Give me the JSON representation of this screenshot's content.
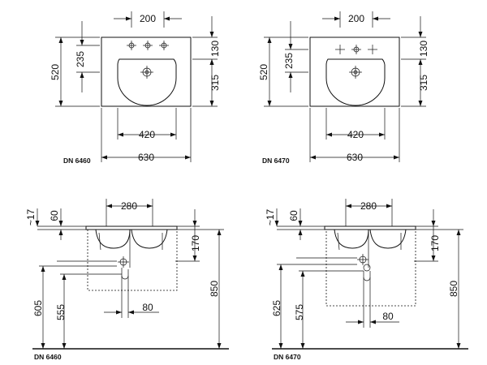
{
  "top_views": [
    {
      "model": "DN 6460",
      "dims": {
        "top": "200",
        "left": "520",
        "left_upper": "235",
        "right_upper": "130",
        "right_lower": "315",
        "inner_width": "420",
        "width": "630"
      }
    },
    {
      "model": "DN 6470",
      "dims": {
        "top": "200",
        "left": "520",
        "left_upper": "235",
        "right_upper": "130",
        "right_lower": "315",
        "inner_width": "420",
        "width": "630"
      }
    }
  ],
  "side_views": [
    {
      "model": "DN 6460",
      "dims": {
        "tilde": "~17",
        "rim": "60",
        "top": "280",
        "right_small": "170",
        "right_total": "850",
        "left_outer": "605",
        "left_inner": "555",
        "bottom": "80"
      }
    },
    {
      "model": "DN 6470",
      "dims": {
        "tilde": "~17",
        "rim": "60",
        "top": "280",
        "right_small": "170",
        "right_total": "850",
        "left_outer": "625",
        "left_inner": "575",
        "bottom": "80"
      }
    }
  ]
}
